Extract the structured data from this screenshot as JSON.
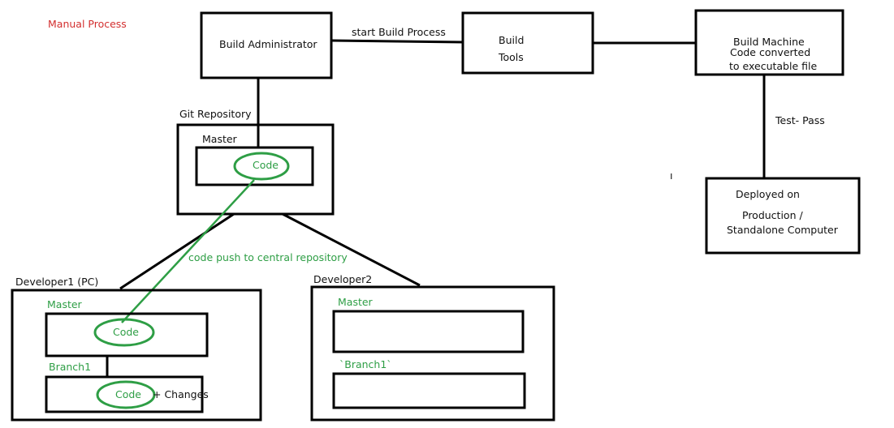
{
  "title": "Manual Process",
  "build_admin": "Build Administrator",
  "start_build_label": "start Build Process",
  "build_tools": [
    "Build",
    "Tools"
  ],
  "build_machine": {
    "title": "Build Machine",
    "desc": [
      "Code converted",
      "to executable file"
    ]
  },
  "test_pass_label": "Test- Pass",
  "deployed": [
    "Deployed on",
    "Production /",
    "Standalone Computer"
  ],
  "git_repo": {
    "label": "Git Repository",
    "master_label": "Master",
    "code_label": "Code"
  },
  "push_label": "code push to central repository",
  "developer1": {
    "label": "Developer1  (PC)",
    "master_label": "Master",
    "code_label": "Code",
    "branch_label": "Branch1",
    "branch_code_label": "Code",
    "changes_label": "+ Changes"
  },
  "developer2": {
    "label": "Developer2",
    "master_label": "Master",
    "branch_label": "`Branch1`"
  },
  "stray_mark": "ı",
  "colors": {
    "green": "#2e9e45",
    "red": "#d32f2f",
    "black": "#000000"
  }
}
